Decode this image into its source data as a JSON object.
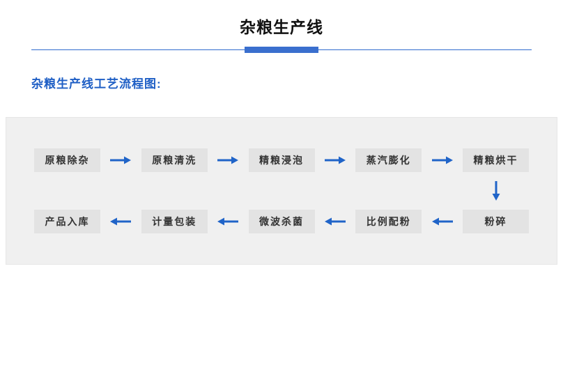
{
  "page": {
    "title": "杂粮生产线",
    "section_heading": "杂粮生产线工艺流程图:"
  },
  "colors": {
    "accent_blue": "#2e6ace",
    "heading_blue": "#1f5fc5",
    "panel_bg": "#f0f0f0",
    "box_bg": "#e3e3e3",
    "box_text": "#333333",
    "title_text": "#111111"
  },
  "flowchart": {
    "row1": [
      "原粮除杂",
      "原粮清洗",
      "精粮浸泡",
      "蒸汽膨化",
      "精粮烘干"
    ],
    "row1_arrow_direction": "right",
    "connector_direction": "down",
    "row2": [
      "产品入库",
      "计量包装",
      "微波杀菌",
      "比例配粉",
      "粉碎"
    ],
    "row2_arrow_direction": "left",
    "process_sequence": [
      "原粮除杂",
      "原粮清洗",
      "精粮浸泡",
      "蒸汽膨化",
      "精粮烘干",
      "粉碎",
      "比例配粉",
      "微波杀菌",
      "计量包装",
      "产品入库"
    ]
  }
}
